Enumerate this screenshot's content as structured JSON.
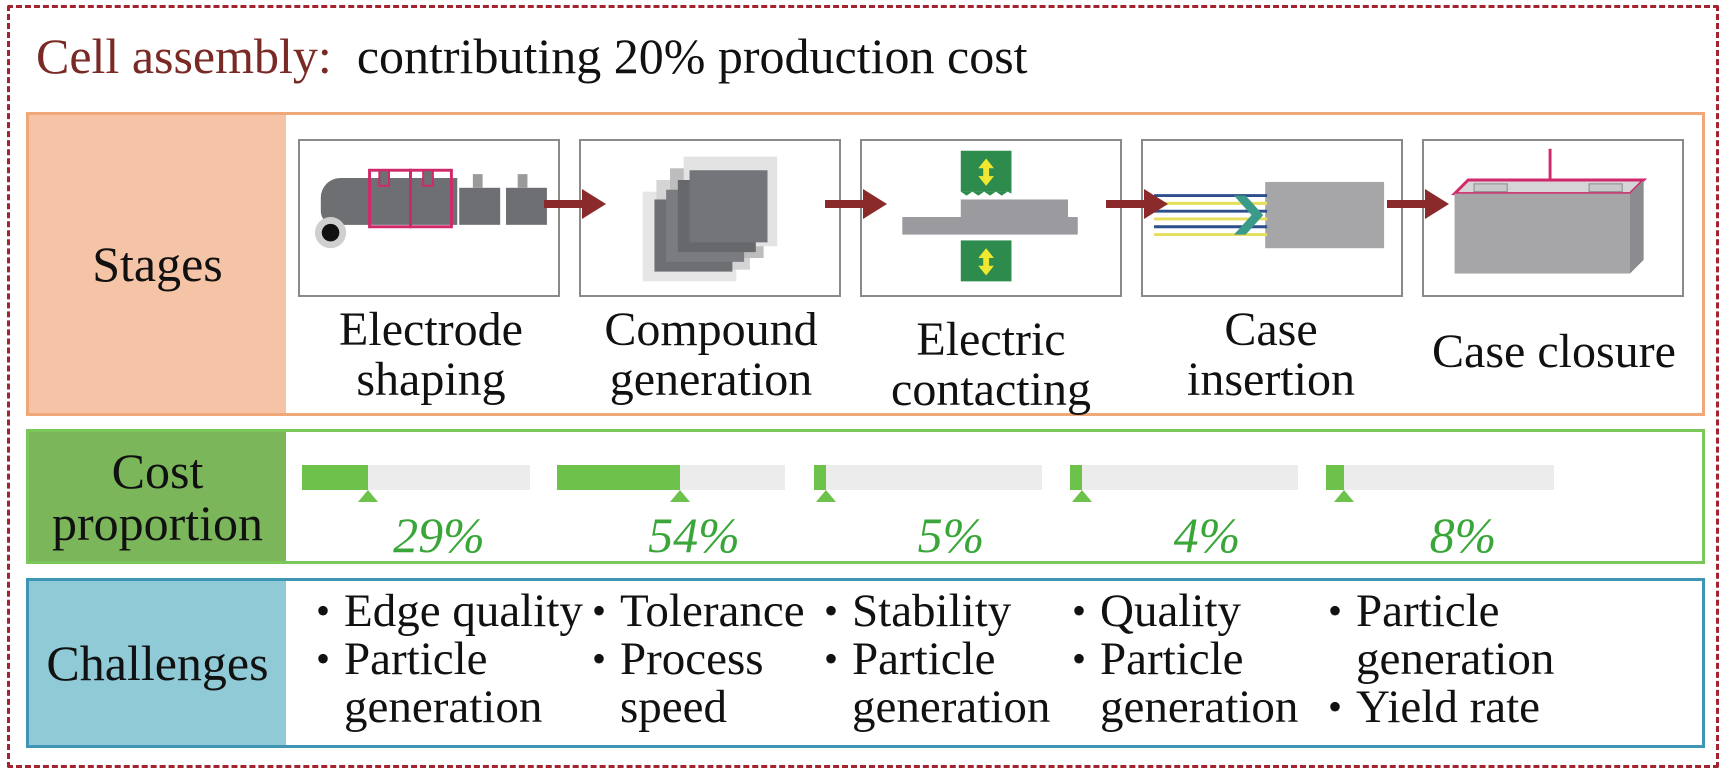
{
  "title": {
    "lead": "Cell assembly:",
    "rest": "contributing 20% production cost"
  },
  "stages_panel": {
    "label": "Stages",
    "stages": [
      {
        "label": "Electrode\nshaping",
        "icon": "electrode-cutter-icon"
      },
      {
        "label": "Compound\ngeneration",
        "icon": "stacked-sheets-icon"
      },
      {
        "label": "Electric\ncontacting",
        "icon": "welding-press-icon"
      },
      {
        "label": "Case\ninsertion",
        "icon": "tab-insertion-icon"
      },
      {
        "label": "Case closure",
        "icon": "case-lid-icon"
      }
    ]
  },
  "cost_panel": {
    "label": "Cost\nproportion",
    "items": [
      {
        "value": 0.29,
        "text": "29%"
      },
      {
        "value": 0.54,
        "text": "54%"
      },
      {
        "value": 0.05,
        "text": "5%"
      },
      {
        "value": 0.04,
        "text": "4%"
      },
      {
        "value": 0.08,
        "text": "8%"
      }
    ]
  },
  "challenges_panel": {
    "label": "Challenges",
    "columns": [
      [
        "Edge quality",
        "Particle\ngeneration"
      ],
      [
        "Tolerance",
        "Process\nspeed"
      ],
      [
        "Stability",
        "Particle\ngeneration"
      ],
      [
        "Quality",
        "Particle\ngeneration"
      ],
      [
        "Particle\ngeneration",
        "Yield rate"
      ]
    ]
  },
  "colors": {
    "frame": "#a3232f",
    "arrow": "#8b2a2a",
    "stages_bg": "#f5c4a6",
    "cost_bg": "#7cb65a",
    "challenges_bg": "#8fcad6",
    "bar": "#6cc24a",
    "percent_text": "#3aa63a"
  }
}
